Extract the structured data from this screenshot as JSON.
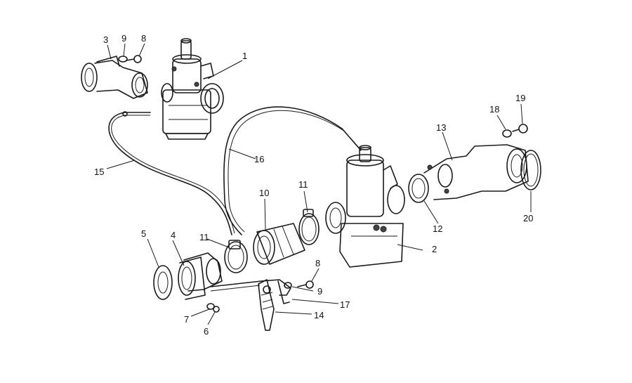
{
  "callouts": [
    {
      "id": "c1",
      "label": "1"
    },
    {
      "id": "c2",
      "label": "2"
    },
    {
      "id": "c3",
      "label": "3"
    },
    {
      "id": "c4",
      "label": "4"
    },
    {
      "id": "c5",
      "label": "5"
    },
    {
      "id": "c6",
      "label": "6"
    },
    {
      "id": "c7",
      "label": "7"
    },
    {
      "id": "c8a",
      "label": "8"
    },
    {
      "id": "c8b",
      "label": "8"
    },
    {
      "id": "c9a",
      "label": "9"
    },
    {
      "id": "c9b",
      "label": "9"
    },
    {
      "id": "c10",
      "label": "10"
    },
    {
      "id": "c11a",
      "label": "11"
    },
    {
      "id": "c11b",
      "label": "11"
    },
    {
      "id": "c12",
      "label": "12"
    },
    {
      "id": "c13",
      "label": "13"
    },
    {
      "id": "c14",
      "label": "14"
    },
    {
      "id": "c15",
      "label": "15"
    },
    {
      "id": "c16",
      "label": "16"
    },
    {
      "id": "c17",
      "label": "17"
    },
    {
      "id": "c18",
      "label": "18"
    },
    {
      "id": "c19",
      "label": "19"
    },
    {
      "id": "c20",
      "label": "20"
    }
  ]
}
